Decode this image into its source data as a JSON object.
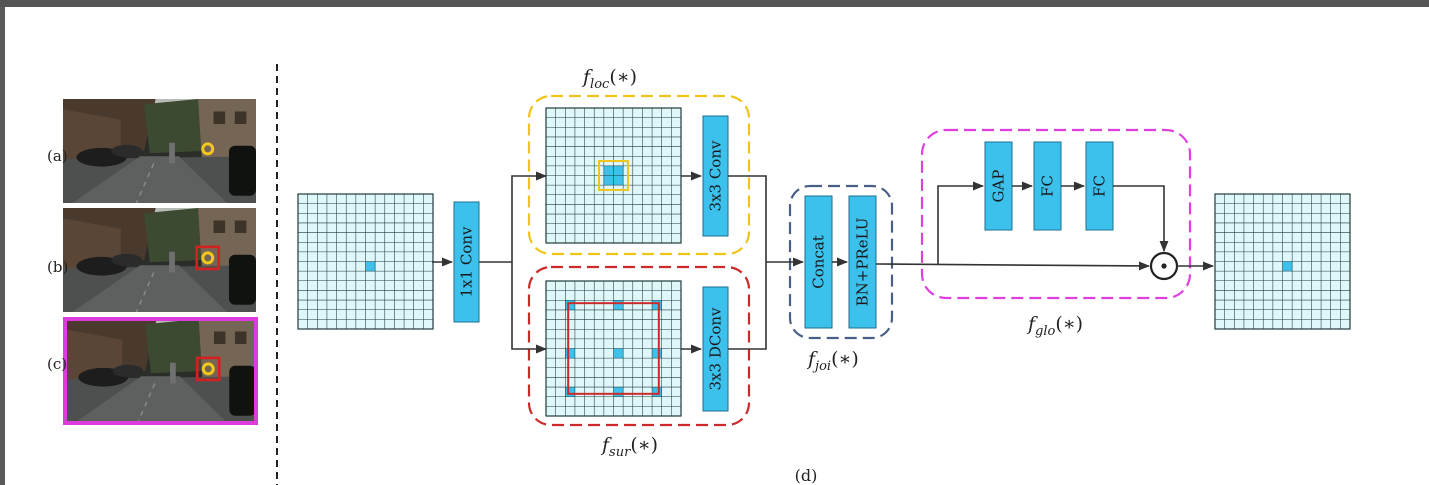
{
  "colors": {
    "grid_fill": "#dff7f8",
    "grid_line": "#1f3b3d",
    "cyan": "#3cc0ec",
    "block_border": "#1c6f8e",
    "loc_box": "#f0c419",
    "sur_box": "#cc2a2a",
    "joi_box": "#4a5f85",
    "glo_box": "#e03fe0",
    "highlight_frame": "#dd3cdd",
    "arrow": "#333333"
  },
  "panels": [
    {
      "label": "(a)",
      "marker": "yellow-circle"
    },
    {
      "label": "(b)",
      "marker": "yellow-circle-red-box"
    },
    {
      "label": "(c)",
      "marker": "yellow-circle-red-box",
      "highlighted": true
    }
  ],
  "blocks": {
    "conv1x1": "1x1 Conv",
    "conv3x3": "3x3 Conv",
    "dconv3x3": "3x3 DConv",
    "concat": "Concat",
    "bn_prelu": "BN+PReLU",
    "gap": "GAP",
    "fc1": "FC",
    "fc2": "FC"
  },
  "func_labels": {
    "loc": {
      "base": "f",
      "sub": "loc",
      "suffix": "(∗)"
    },
    "sur": {
      "base": "f",
      "sub": "sur",
      "suffix": "(∗)"
    },
    "joi": {
      "base": "f",
      "sub": "joi",
      "suffix": "(∗)"
    },
    "glo": {
      "base": "f",
      "sub": "glo",
      "suffix": "(∗)"
    }
  },
  "multiply_symbol": "⊙",
  "caption": "(d)"
}
